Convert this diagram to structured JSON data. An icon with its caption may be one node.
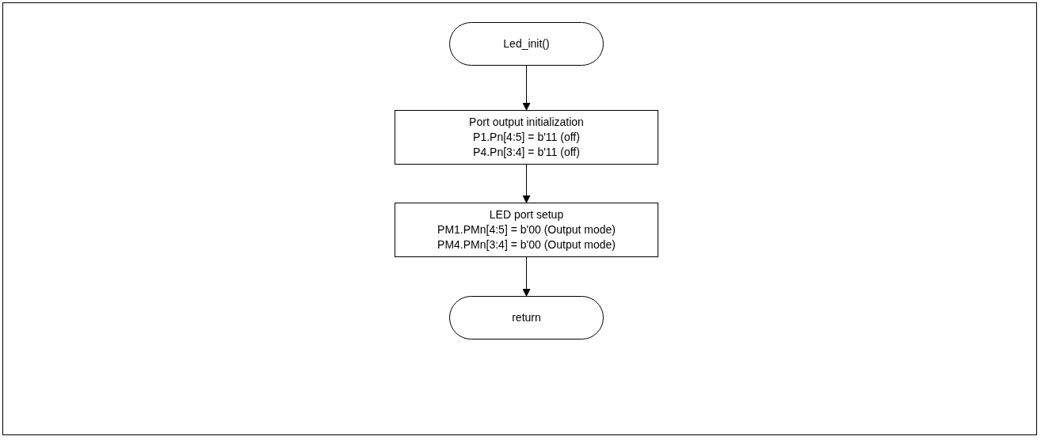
{
  "diagram": {
    "nodes": [
      {
        "text": [
          "Led_init()"
        ]
      },
      {
        "text": [
          "Port output initialization",
          "P1.Pn[4:5] = b'11 (off)",
          "P4.Pn[3:4] = b'11 (off)"
        ]
      },
      {
        "text": [
          "LED port setup",
          "PM1.PMn[4:5] = b'00 (Output mode)",
          "PM4.PMn[3:4] = b'00 (Output mode)"
        ]
      },
      {
        "text": [
          "return"
        ]
      }
    ],
    "edges": [
      {
        "from": 0,
        "to": 1,
        "arrow": "to"
      },
      {
        "from": 1,
        "to": 2,
        "arrow": "to"
      },
      {
        "from": 2,
        "to": 3,
        "arrow": "to"
      }
    ]
  }
}
